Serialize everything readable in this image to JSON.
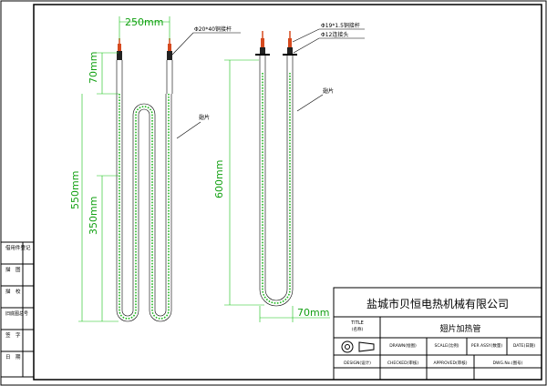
{
  "drawing": {
    "left_part": {
      "dim_width": "250mm",
      "dim_terminal": "70mm",
      "dim_total": "550mm",
      "dim_lower": "350mm",
      "callout_terminal": "Φ20*40铜接杆",
      "callout_fin": "翅片"
    },
    "right_part": {
      "dim_length": "600mm",
      "dim_bottom": "70mm",
      "callout_terminal": "Φ19*1.5铜接杆",
      "callout_thread": "Φ12连接头",
      "callout_fin": "翅片"
    }
  },
  "side_labels": [
    "借用件登记",
    "描　图",
    "描　校",
    "旧底图总号",
    "签　字",
    "日　期"
  ],
  "title_block": {
    "company": "盐城市贝恒电热机械有限公司",
    "title_label": "TITLE",
    "title_label_cn": "(名称)",
    "title": "翅片加热管",
    "drawn": "DRAWN(绘图)",
    "scale": "SCALE(比例)",
    "per_assy": "PER ASSY(数量)",
    "date": "DATE(日期)",
    "design": "DESIGN(设计)",
    "checked": "CHECKED(审核)",
    "approved": "APPROVED(审核)",
    "dwg_no": "DWG.No.(图号)"
  },
  "colors": {
    "fin": "#1fb81f",
    "dimension": "#12c112",
    "terminal": "#d64a1f"
  }
}
